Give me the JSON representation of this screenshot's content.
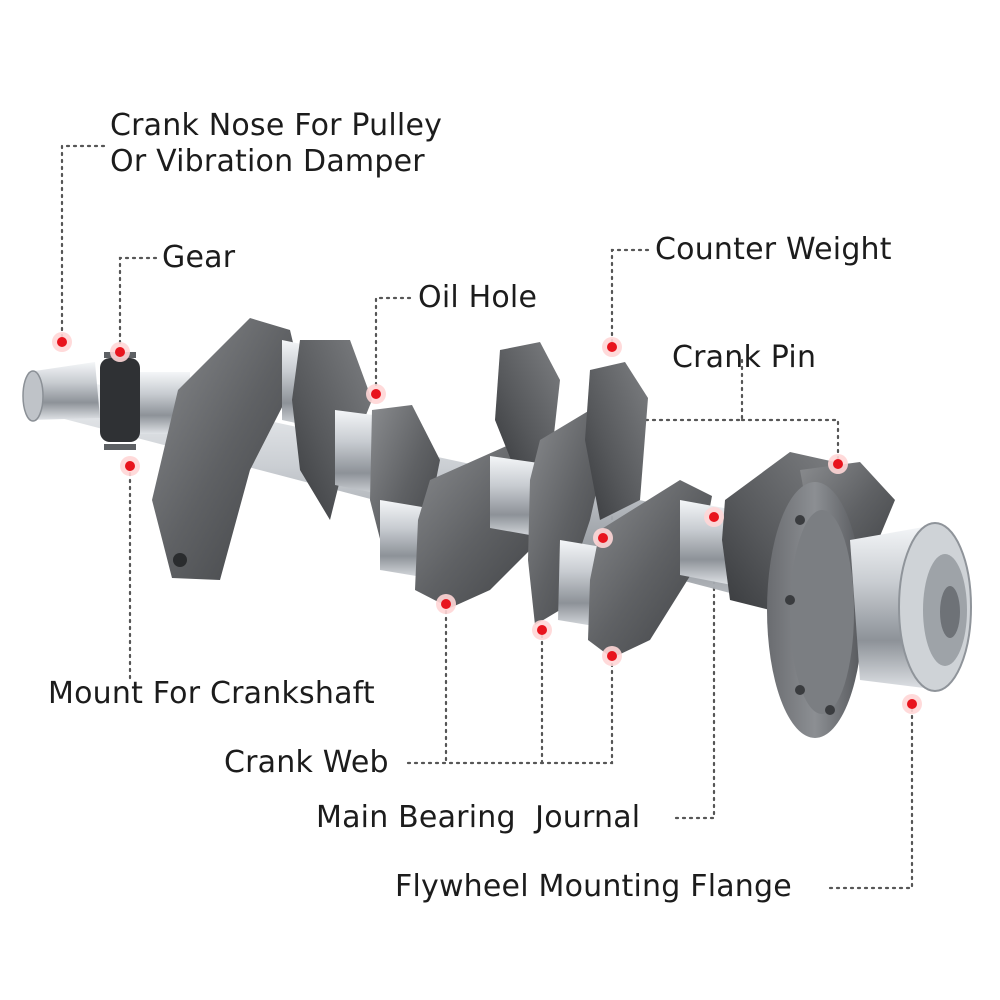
{
  "labels": {
    "crank_nose_line1": "Crank Nose For Pulley",
    "crank_nose_line2": "Or Vibration Damper",
    "gear": "Gear",
    "oil_hole": "Oil Hole",
    "counter_weight": "Counter Weight",
    "crank_pin": "Crank Pin",
    "mount_for_crankshaft": "Mount For Crankshaft",
    "crank_web": "Crank Web",
    "main_bearing_journal": "Main Bearing  Journal",
    "flywheel_mounting_flange": "Flywheel Mounting Flange"
  },
  "colors": {
    "marker": "#e8141d",
    "leader": "#555555",
    "text": "#1c1c1c",
    "metal_dark": "#55575a",
    "metal_light": "#c9cdd2"
  }
}
